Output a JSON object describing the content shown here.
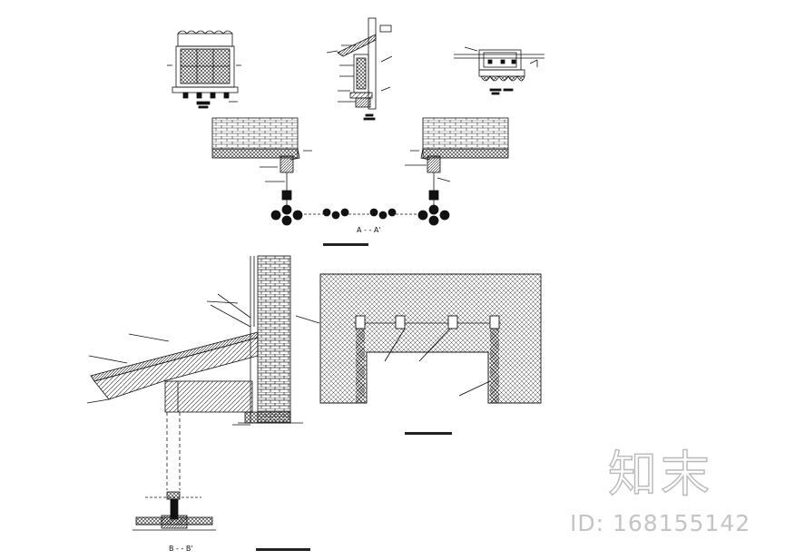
{
  "sections": {
    "a_cut_label": "A - - A'",
    "b_cut_label": "B - - B'"
  },
  "watermark": {
    "logo_text": "知末",
    "id_text": "ID: 168155142"
  },
  "colors": {
    "line": "#111111",
    "watermark": "#c4c4c4"
  }
}
